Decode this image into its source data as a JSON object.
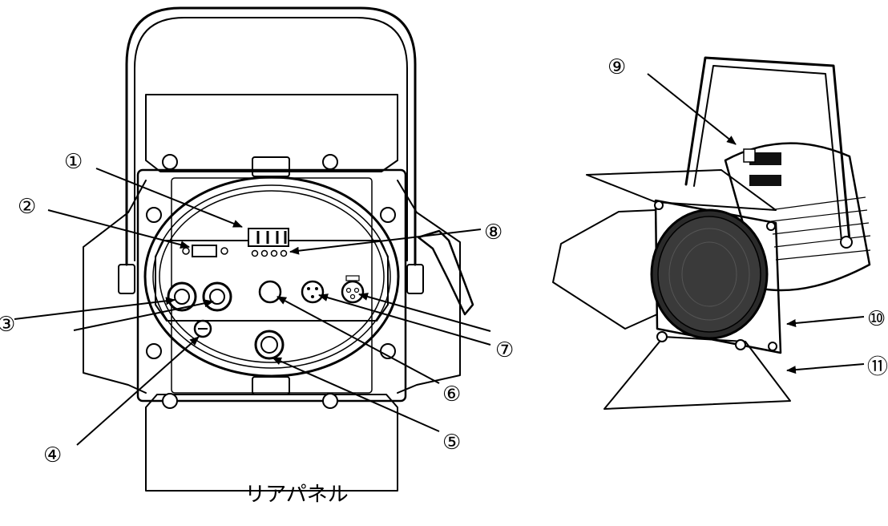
{
  "callouts": {
    "c1": "①",
    "c2": "②",
    "c3": "③",
    "c4": "④",
    "c5": "⑤",
    "c6": "⑥",
    "c7": "⑦",
    "c8": "⑧",
    "c9": "⑨",
    "c10": "⑩",
    "c11": "⑪"
  },
  "caption": "リアパネル"
}
